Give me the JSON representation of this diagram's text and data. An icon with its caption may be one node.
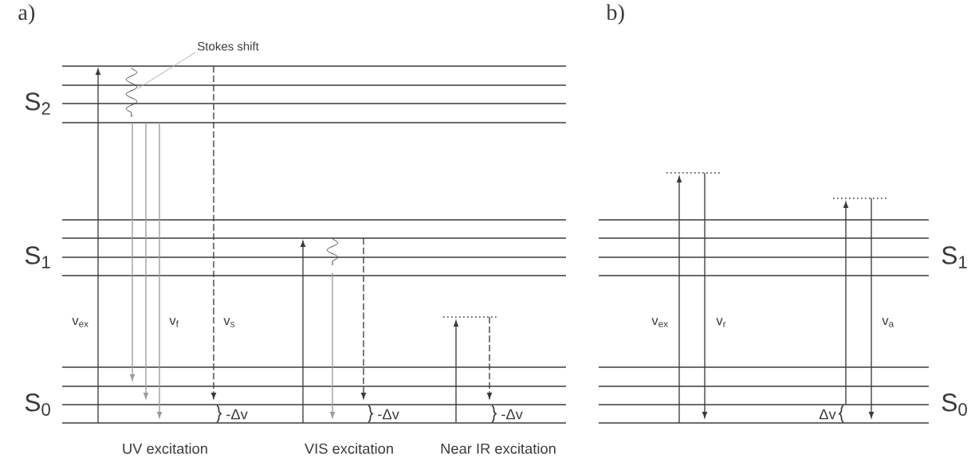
{
  "diagram": {
    "nodes": [
      {
        "text": [
          "Stokes shift"
        ]
      },
      {
        "text": [],
        "shape": "wave"
      }
    ],
    "edges": [
      {
        "from": 0,
        "to": 1,
        "arrow": "none"
      }
    ],
    "labels": [
      "a)",
      "b)",
      "S$_{2}$",
      "S$_{1}$",
      "S$_{0}$",
      "v$_{ex}$",
      "v$_{f}$",
      "v$_{s}$",
      "-Δv",
      "-Δv",
      "-Δv",
      "UV excitation",
      "VIS excitation",
      "Near IR excitation",
      "v$_{ex}$",
      "v$_{r}$",
      "v$_{a}$",
      "Δv",
      "S$_{1}$",
      "S$_{0}$"
    ]
  }
}
